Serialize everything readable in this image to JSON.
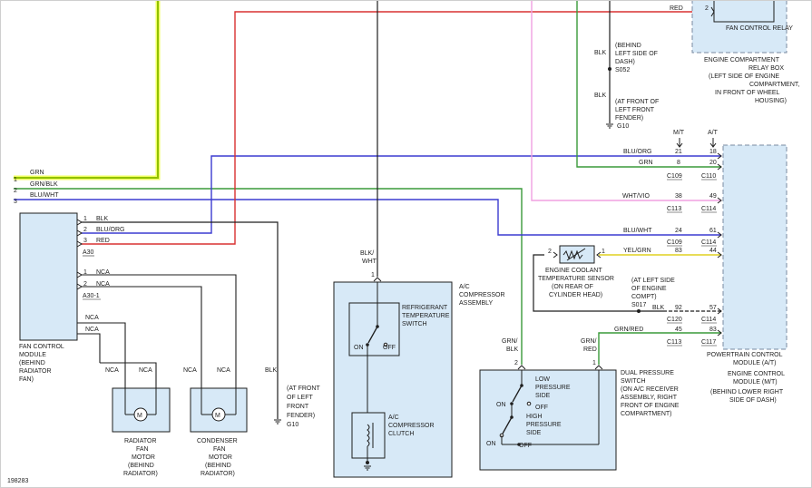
{
  "diagram_id": "198283",
  "colors": {
    "green_yellow": "#c8e000",
    "green": "#3a9a3a",
    "blue": "#3b3bd0",
    "red": "#d83030",
    "pink": "#f0a0e0",
    "yellow": "#e0d020",
    "black": "#1e1e1e",
    "box_fill": "#d7e9f7",
    "dashed": "#7a8aa0"
  },
  "fan_relay_box": {
    "label": "FAN CONTROL RELAY",
    "pin": "2",
    "wire": "RED",
    "location": [
      "ENGINE COMPARTMENT",
      "RELAY BOX",
      "(LEFT SIDE OF ENGINE",
      "COMPARTMENT,",
      "IN FRONT OF WHEEL",
      "HOUSING)"
    ]
  },
  "top_ground": {
    "wire": "BLK",
    "loc1": [
      "(BEHIND",
      "LEFT SIDE OF",
      "DASH)"
    ],
    "splice": "S052",
    "loc2": [
      "(AT FRONT OF",
      "LEFT FRONT",
      "FENDER)"
    ],
    "ground": "G10"
  },
  "left_wires": [
    {
      "pin": "1",
      "color": "GRN"
    },
    {
      "pin": "2",
      "color": "GRN/BLK"
    },
    {
      "pin": "3",
      "color": "BLU/WHT"
    }
  ],
  "fan_control_module": {
    "label": [
      "FAN CONTROL",
      "MODULE",
      "(BEHIND",
      "RADIATOR",
      "FAN)"
    ],
    "connector_a30": "A30",
    "connector_a30_1": "A30-1",
    "a30_pins": [
      {
        "pin": "1",
        "color": "BLK"
      },
      {
        "pin": "2",
        "color": "BLU/ORG"
      },
      {
        "pin": "3",
        "color": "RED"
      }
    ],
    "a30_1_pins": [
      {
        "pin": "1",
        "color": "NCA"
      },
      {
        "pin": "2",
        "color": "NCA"
      }
    ],
    "motor_wires": [
      "NCA",
      "NCA"
    ]
  },
  "radiator_fan_motor": {
    "label": [
      "RADIATOR",
      "FAN",
      "MOTOR",
      "(BEHIND",
      "RADIATOR)"
    ],
    "wires": [
      "NCA",
      "NCA"
    ]
  },
  "condenser_fan_motor": {
    "label": [
      "CONDENSER",
      "FAN",
      "MOTOR",
      "(BEHIND",
      "RADIATOR)"
    ],
    "wires": [
      "NCA",
      "NCA"
    ]
  },
  "left_ground": {
    "wire": "BLK",
    "loc": [
      "(AT FRONT",
      "OF LEFT",
      "FRONT",
      "FENDER)"
    ],
    "ground": "G10"
  },
  "compressor_assembly": {
    "label": [
      "A/C",
      "COMPRESSOR",
      "ASSEMBLY"
    ],
    "feed_wire": [
      "BLK/",
      "WHT"
    ],
    "pin": "1",
    "switch_label": [
      "REFRIGERANT",
      "TEMPERATURE",
      "SWITCH"
    ],
    "switch_on": "ON",
    "switch_off": "OFF",
    "clutch_label": [
      "A/C",
      "COMPRESSOR",
      "CLUTCH"
    ]
  },
  "pressure_switch": {
    "label": [
      "DUAL PRESSURE",
      "SWITCH",
      "(ON A/C RECEIVER",
      "ASSEMBLY, RIGHT",
      "FRONT OF ENGINE",
      "COMPARTMENT)"
    ],
    "pin2": "2",
    "pin1": "1",
    "wire2": [
      "GRN/",
      "BLK"
    ],
    "wire1": [
      "GRN/",
      "RED"
    ],
    "low_label": [
      "LOW",
      "PRESSURE",
      "SIDE"
    ],
    "high_label": [
      "HIGH",
      "PRESSURE",
      "SIDE"
    ],
    "on": "ON",
    "off": "OFF"
  },
  "coolant_sensor": {
    "label": [
      "ENGINE COOLANT",
      "TEMPERATURE SENSOR",
      "(ON REAR OF",
      "CYLINDER HEAD)"
    ],
    "pin2": "2",
    "pin1": "1",
    "wire": "YEL/GRN",
    "splice_loc": [
      "(AT LEFT SIDE",
      "OF ENGINE",
      "COMPT)"
    ],
    "splice": "S017",
    "ground_wire": "BLK"
  },
  "pcm": {
    "col_mt": "M/T",
    "col_at": "A/T",
    "label_at": [
      "POWERTRAIN CONTROL",
      "MODULE    (A/T)"
    ],
    "label_mt": [
      "ENGINE CONTROL",
      "MODULE    (M/T)"
    ],
    "location": [
      "(BEHIND LOWER RIGHT",
      "SIDE OF DASH)"
    ],
    "rows": [
      {
        "wire": "BLU/ORG",
        "mt": "21",
        "at": "18"
      },
      {
        "wire": "GRN",
        "mt": "8",
        "at": "20"
      },
      {
        "wire": "WHT/VIO",
        "mt": "38",
        "at": "49"
      },
      {
        "wire": "BLU/WHT",
        "mt": "24",
        "at": "61"
      },
      {
        "wire": "YEL/GRN",
        "mt": "83",
        "at": "44"
      },
      {
        "wire": "BLK",
        "mt": "92",
        "at": "57"
      },
      {
        "wire": "GRN/RED",
        "mt": "45",
        "at": "83"
      }
    ],
    "conn_rows": [
      {
        "mt": "C109",
        "at": "C110"
      },
      {
        "mt": "C113",
        "at": "C114"
      },
      {
        "mt": "C109",
        "at": "C114"
      },
      {
        "mt": "C120",
        "at": "C114"
      },
      {
        "mt": "C113",
        "at": "C117"
      }
    ]
  }
}
